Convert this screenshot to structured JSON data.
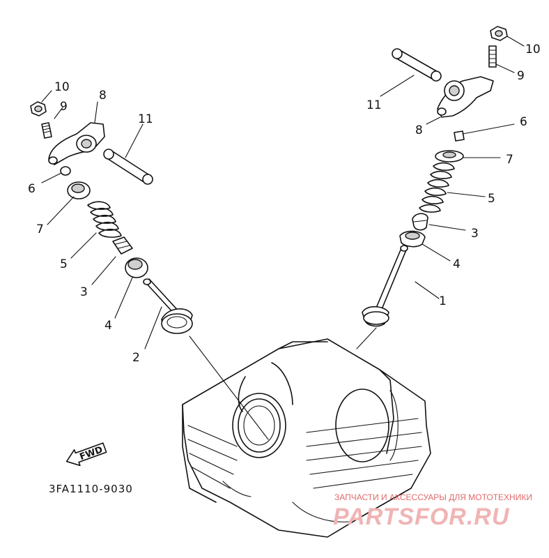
{
  "labels": {
    "l1": "1",
    "l2": "2",
    "l3": "3",
    "l4": "4",
    "l5": "5",
    "l6": "6",
    "l7": "7",
    "l8": "8",
    "l9": "9",
    "l10": "10",
    "l11": "11"
  },
  "fwd_arrow": "FWD",
  "diagram_code": "3FA1110-9030",
  "watermark": {
    "caption": "ЗАПЧАСТИ И АКСЕССУАРЫ ДЛЯ МОТОТЕХНИКИ",
    "brand": "PARTSFOR.RU"
  }
}
